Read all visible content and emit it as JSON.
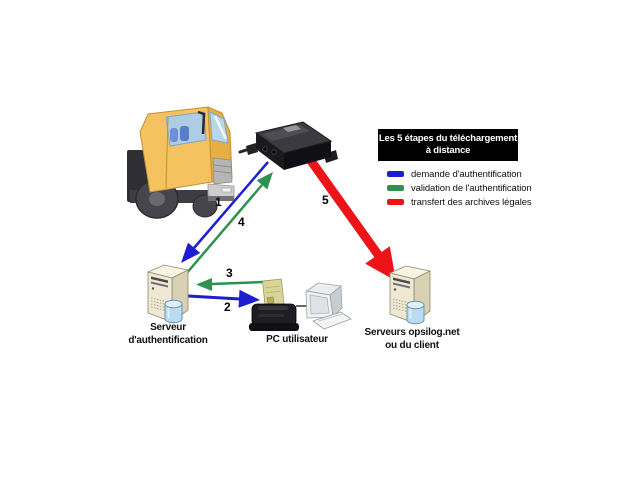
{
  "title": {
    "line1": "Les 5 étapes du téléchargement",
    "line2": "à distance"
  },
  "legend": [
    {
      "label": "demande d'authentification",
      "color": "#1d1dd1"
    },
    {
      "label": "validation de l'authentification",
      "color": "#2e9150"
    },
    {
      "label": "transfert des archives légales",
      "color": "#ec1418"
    }
  ],
  "colors": {
    "blue": "#1d1dd1",
    "green": "#2e9150",
    "red": "#ec1418",
    "title_bg": "#000000",
    "title_text": "#ffffff"
  },
  "steps": {
    "1": "1",
    "2": "2",
    "3": "3",
    "4": "4",
    "5": "5"
  },
  "nodes": {
    "auth_server": {
      "line1": "Serveur",
      "line2": "d'authentification"
    },
    "user_pc": {
      "label": "PC utilisateur"
    },
    "opsilog_server": {
      "line1": "Serveurs opsilog.net",
      "line2": "ou du client"
    }
  }
}
